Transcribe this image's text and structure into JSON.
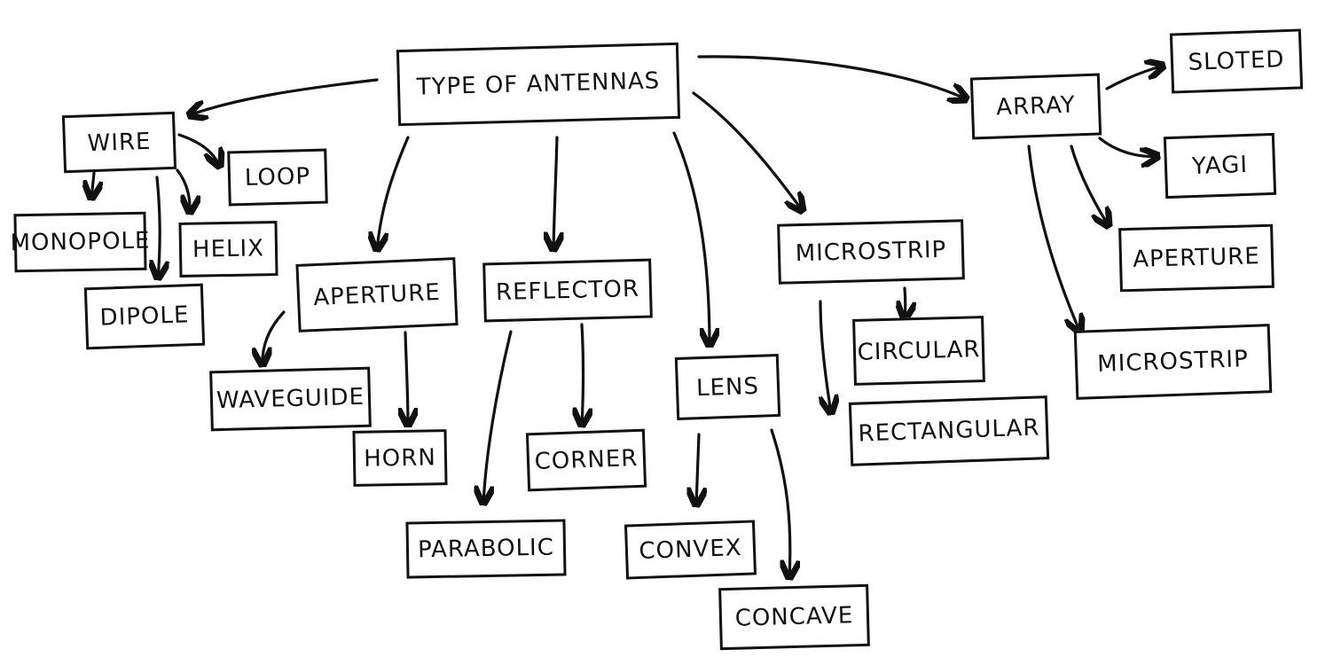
{
  "colors": {
    "ink": "#111111",
    "background": "#ffffff"
  },
  "nodes": {
    "root": "TYPE OF ANTENNAS",
    "wire": "WIRE",
    "loop": "LOOP",
    "monopole": "MONOPOLE",
    "helix": "HELIX",
    "dipole": "DIPOLE",
    "aperture": "APERTURE",
    "waveguide": "WAVEGUIDE",
    "horn": "HORN",
    "reflector": "REFLECTOR",
    "parabolic": "PARABOLIC",
    "corner": "CORNER",
    "lens": "LENS",
    "convex": "CONVEX",
    "concave": "CONCAVE",
    "microstrip": "MICROSTRIP",
    "circular": "CIRCULAR",
    "rectangular": "RECTANGULAR",
    "array": "ARRAY",
    "slotted": "SLOTED",
    "yagi": "YAGI",
    "array_aperture": "APERTURE",
    "array_microstrip": "MICROSTRIP"
  },
  "edges": [
    [
      "root",
      "wire"
    ],
    [
      "root",
      "aperture"
    ],
    [
      "root",
      "reflector"
    ],
    [
      "root",
      "lens"
    ],
    [
      "root",
      "microstrip"
    ],
    [
      "root",
      "array"
    ],
    [
      "wire",
      "loop"
    ],
    [
      "wire",
      "monopole"
    ],
    [
      "wire",
      "helix"
    ],
    [
      "wire",
      "dipole"
    ],
    [
      "aperture",
      "waveguide"
    ],
    [
      "aperture",
      "horn"
    ],
    [
      "reflector",
      "parabolic"
    ],
    [
      "reflector",
      "corner"
    ],
    [
      "lens",
      "convex"
    ],
    [
      "lens",
      "concave"
    ],
    [
      "microstrip",
      "circular"
    ],
    [
      "microstrip",
      "rectangular"
    ],
    [
      "array",
      "slotted"
    ],
    [
      "array",
      "yagi"
    ],
    [
      "array",
      "array_aperture"
    ],
    [
      "array",
      "array_microstrip"
    ]
  ]
}
